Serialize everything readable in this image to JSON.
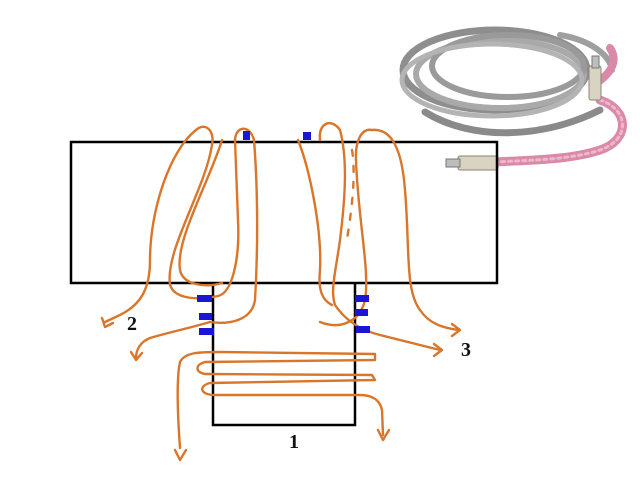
{
  "labels": {
    "label_1": "1",
    "label_2": "2",
    "label_3": "3"
  },
  "colors": {
    "outline": "#000000",
    "wire": "#d9762a",
    "marker": "#1a16d6",
    "cable_jacket": "#9c9c9c",
    "cable_sleeve": "#d98aa8"
  }
}
